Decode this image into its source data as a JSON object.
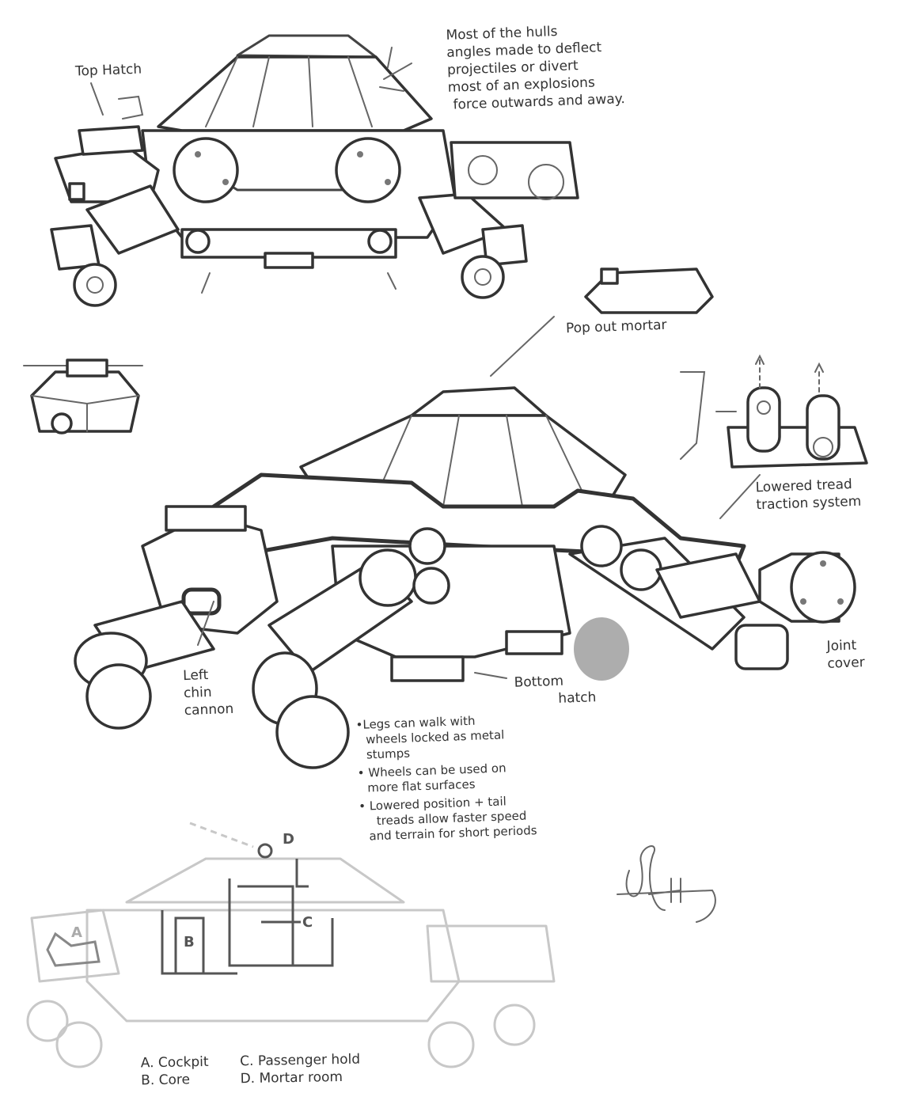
{
  "annotations": {
    "top_hatch": "Top Hatch",
    "hull_note": [
      "Most of the hulls",
      "angles made to deflect",
      "projectiles or divert",
      "most of an explosions",
      "force outwards and away."
    ],
    "pop_out_mortar": "Pop out mortar",
    "tread_system": [
      "Lowered tread",
      "traction system"
    ],
    "joint_cover": [
      "Joint",
      "cover"
    ],
    "chin_cannon": [
      "Left",
      "chin",
      "cannon"
    ],
    "bottom_hatch": [
      "Bottom",
      "hatch"
    ],
    "bullets": [
      [
        "•Legs can walk with",
        "wheels locked as metal",
        "stumps"
      ],
      [
        "• Wheels can be used on",
        "more flat surfaces"
      ],
      [
        "• Lowered position + tail",
        "treads allow faster speed",
        "and terrain for short periods"
      ]
    ]
  },
  "cutaway": {
    "markers": [
      "A",
      "B",
      "C",
      "D"
    ],
    "legend": [
      "A. Cockpit",
      "B. Core",
      "C. Passenger hold",
      "D. Mortar room"
    ]
  },
  "signature": "signature"
}
